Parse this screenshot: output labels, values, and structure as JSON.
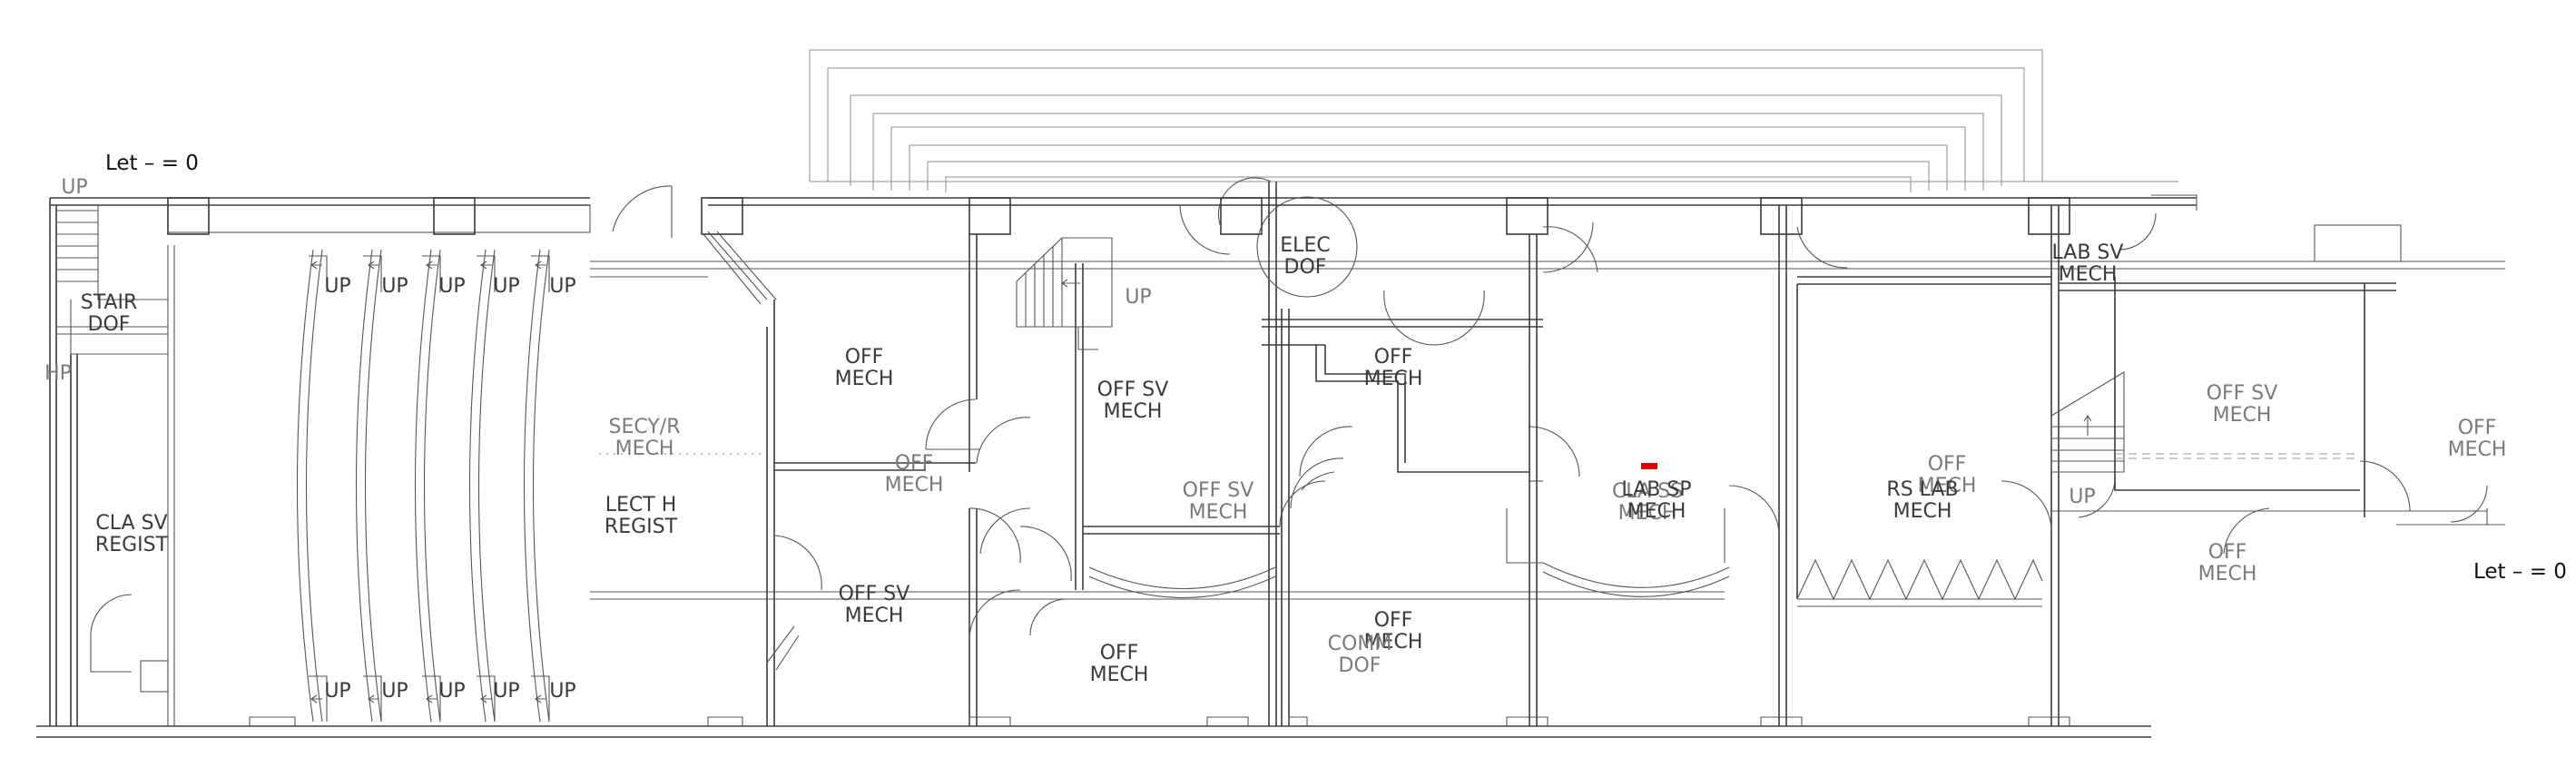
{
  "notes": {
    "left": "Let – = 0",
    "right": "Let – = 0"
  },
  "colors": {
    "linework": "#3a3a3a",
    "marker": "#e00000",
    "background": "#ffffff"
  },
  "labels": {
    "hp": "HP",
    "stair_up": "UP",
    "stair": [
      "STAIR",
      "DOF"
    ],
    "cla_sv": [
      "CLA SV",
      "REGIST"
    ],
    "aisle_up": "UP",
    "secy_r": [
      "SECY/R",
      "MECH"
    ],
    "lect_h": [
      "LECT H",
      "REGIST"
    ],
    "off_1": [
      "OFF",
      "MECH"
    ],
    "off_2": [
      "OFF",
      "MECH"
    ],
    "off_sv_1": [
      "OFF SV",
      "MECH"
    ],
    "off_sv_2": [
      "OFF SV",
      "MECH"
    ],
    "off_sv_3": [
      "OFF SV",
      "MECH"
    ],
    "off_3": [
      "OFF",
      "MECH"
    ],
    "up_center": "UP",
    "elec": [
      "ELEC",
      "DOF"
    ],
    "off_4": [
      "OFF",
      "MECH"
    ],
    "off_5": [
      "OFF",
      "MECH"
    ],
    "comm": [
      "COMM",
      "DOF"
    ],
    "cla_ss": [
      "CLA SS",
      "MECH"
    ],
    "lab_sp": [
      "LAB SP",
      "MECH"
    ],
    "off_6": [
      "OFF",
      "MECH"
    ],
    "rs_lab": [
      "RS LAB",
      "MECH"
    ],
    "lab_sv": [
      "LAB SV",
      "MECH"
    ],
    "off_sv_4": [
      "OFF SV",
      "MECH"
    ],
    "up_right": "UP",
    "off_7": [
      "OFF",
      "MECH"
    ],
    "off_8": [
      "OFF",
      "MECH"
    ]
  }
}
